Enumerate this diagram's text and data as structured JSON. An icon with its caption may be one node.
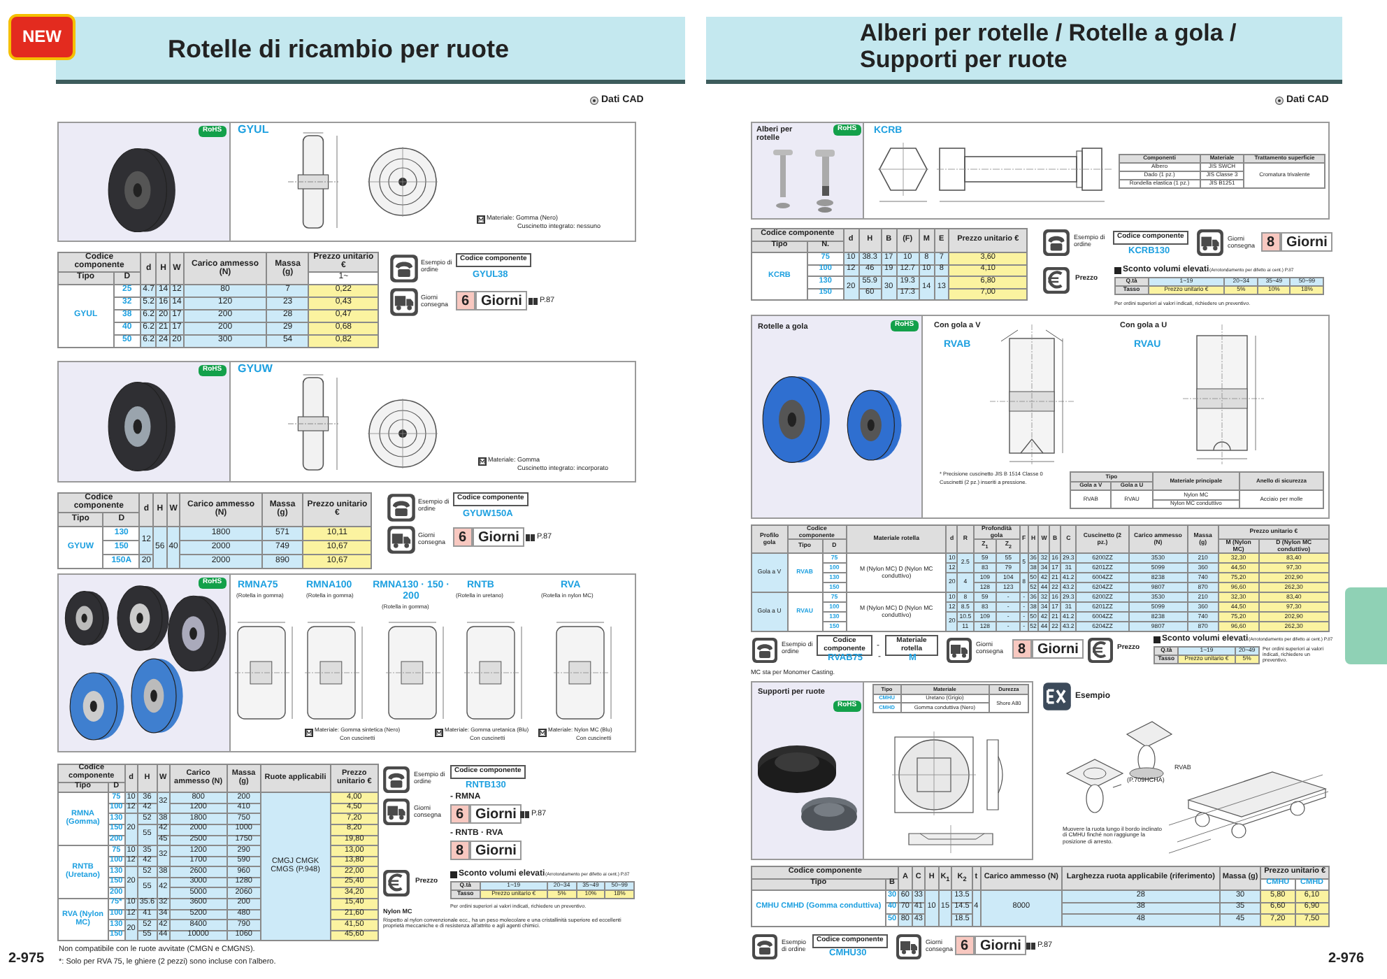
{
  "diagram": {
    "labels": [
      "NEW",
      "Rotelle di ricambio per ruote",
      "Dati CAD",
      "RoHS",
      "GYUL",
      "Materiale: Gomma (Nero)",
      "Cuscinetto integrato: nessuno",
      "Codice componente",
      "d",
      "H",
      "W",
      "Carico ammesso (N)",
      "Massa (g)",
      "Prezzo unitario €",
      "Tipo",
      "D",
      "1~",
      "GYUL",
      "25",
      "4.7",
      "14",
      "12",
      "80",
      "7",
      "0,22",
      "32",
      "5.2",
      "16",
      "14",
      "120",
      "23",
      "0,43",
      "38",
      "6.2",
      "20",
      "17",
      "200",
      "28",
      "0,47",
      "40",
      "6.2",
      "21",
      "17",
      "200",
      "29",
      "0,68",
      "50",
      "6.2",
      "24",
      "20",
      "300",
      "54",
      "0,82",
      "Esempio di ordine",
      "Codice componente",
      "GYUL38",
      "Giorni consegna",
      "6",
      "Giorni",
      "P.87",
      "RoHS",
      "GYUW",
      "Materiale: Gomma",
      "Cuscinetto integrato: incorporato",
      "Codice componente",
      "d",
      "H",
      "W",
      "Carico ammesso (N)",
      "Massa (g)",
      "Prezzo unitario €",
      "Tipo",
      "D",
      "GYUW",
      "130",
      "12",
      "56",
      "40",
      "1800",
      "571",
      "10,11",
      "150",
      "2000",
      "749",
      "10,67",
      "150A",
      "20",
      "2000",
      "890",
      "10,67",
      "Esempio di ordine",
      "Codice componente",
      "GYUW150A",
      "Giorni consegna",
      "6",
      "Giorni",
      "P.87",
      "RoHS",
      "RMNA75",
      "(Rotella in gomma)",
      "RMNA100",
      "(Rotella in gomma)",
      "RMNA130 · 150 · 200",
      "(Rotella in gomma)",
      "RNTB",
      "(Rotella in uretano)",
      "RVA",
      "(Rotella in nylon MC)",
      "Materiale: Gomma sintetica (Nero)",
      "Con cuscinetti",
      "Materiale: Gomma uretanica (Blu)",
      "Con cuscinetti",
      "Materiale: Nylon MC (Blu)",
      "Con cuscinetti",
      "Codice componente",
      "d",
      "H",
      "W",
      "Carico ammesso (N)",
      "Massa (g)",
      "Ruote applicabili",
      "Prezzo unitario €",
      "Tipo",
      "D",
      "RMNA (Gomma)",
      "75",
      "10",
      "36",
      "32",
      "800",
      "200",
      "CMGJ CMGK CMGS (P.948)",
      "4,00",
      "100",
      "12",
      "42",
      "1200",
      "410",
      "4,50",
      "130",
      "20",
      "52",
      "38",
      "1800",
      "750",
      "7,20",
      "150",
      "55",
      "42",
      "2000",
      "1000",
      "8,20",
      "200",
      "45",
      "2500",
      "1750",
      "19,80",
      "RNTB (Uretano)",
      "75",
      "10",
      "35",
      "32",
      "1200",
      "290",
      "13,00",
      "100",
      "12",
      "42",
      "1700",
      "590",
      "13,80",
      "130",
      "20",
      "52",
      "38",
      "2600",
      "960",
      "22,00",
      "150",
      "55",
      "42",
      "3000",
      "1280",
      "25,40",
      "200",
      "5000",
      "2060",
      "34,20",
      "RVA (Nylon MC)",
      "75*",
      "10",
      "35.6",
      "32",
      "3600",
      "200",
      "15,40",
      "100",
      "12",
      "41",
      "34",
      "5200",
      "480",
      "21,60",
      "130",
      "20",
      "52",
      "42",
      "8400",
      "790",
      "41,50",
      "150",
      "55",
      "44",
      "10000",
      "1060",
      "45,60",
      "Esempio di ordine",
      "Codice componente",
      "RNTB130",
      "Giorni consegna",
      "- RMNA",
      "6",
      "Giorni",
      "P.87",
      "- RNTB · RVA",
      "8",
      "Giorni",
      "Prezzo",
      "Sconto volumi elevati",
      "(Arrotondamento per difetto ai cent.) P.87",
      "Q.tà",
      "1~19",
      "20~34",
      "35~49",
      "50~99",
      "Tasso",
      "Prezzo unitario €",
      "5%",
      "10%",
      "18%",
      "Per ordini superiori ai valori indicati, richiedere un preventivo.",
      "Nylon MC",
      "Rispetto al nylon convenzionale ecc., ha un peso molecolare e una cristallinità superiore ed eccellenti proprietà meccaniche e di resistenza all'attrito e agli agenti chimici.",
      "Non compatibile con le ruote avvitate (CMGN e CMGNS).",
      "*: Solo per RVA 75, le ghiere (2 pezzi) sono incluse con l'albero.",
      "2-975",
      "Alberi per rotelle / Rotelle a gola / Supporti per ruote",
      "Dati CAD",
      "Alberi per rotelle",
      "RoHS",
      "KCRB",
      "Componenti",
      "Materiale",
      "Trattamento superficie",
      "Albero",
      "JIS SWCH",
      "Cromatura trivalente",
      "Dado (1 pz.)",
      "JIS Classe 3",
      "Rondella elastica (1 pz.)",
      "JIS B1251",
      "Codice componente",
      "d",
      "H",
      "B",
      "(F)",
      "M",
      "E",
      "Prezzo unitario €",
      "Tipo",
      "N.",
      "KCRB",
      "75",
      "10",
      "38.3",
      "17",
      "10",
      "8",
      "7",
      "3,60",
      "100",
      "12",
      "46",
      "19",
      "12.7",
      "10",
      "8",
      "4,10",
      "130",
      "20",
      "55.9",
      "30",
      "19.3",
      "14",
      "13",
      "6,80",
      "150",
      "60",
      "17.3",
      "7,00",
      "Esempio di ordine",
      "Codice componente",
      "KCRB130",
      "Giorni consegna",
      "8",
      "Giorni",
      "Prezzo",
      "Sconto volumi elevati",
      "(Arrotondamento per difetto ai cent.) P.87",
      "Q.tà",
      "1~19",
      "20~34",
      "35~49",
      "50~99",
      "Tasso",
      "Prezzo unitario €",
      "5%",
      "10%",
      "18%",
      "Per ordini superiori ai valori indicati, richiedere un preventivo.",
      "Rotelle a gola",
      "RoHS",
      "Con gola a V",
      "RVAB",
      "Con gola a U",
      "RVAU",
      "* Precisione cuscinetto JIS B 1514 Classe 0",
      "Cuscinetti (2 pz.) inseriti a pressione.",
      "Tipo",
      "Materiale principale",
      "Anello di sicurezza",
      "Gola a V",
      "Gola a U",
      "RVAB",
      "RVAU",
      "Nylon MC",
      "Acciaio per molle",
      "Nylon MC conduttivo",
      "Profilo gola",
      "Codice componente",
      "Materiale rotella",
      "d",
      "R",
      "Profondità gola",
      "F",
      "H",
      "W",
      "B",
      "C",
      "Cuscinetto (2 pz.)",
      "Carico ammesso (N)",
      "Massa (g)",
      "Prezzo unitario €",
      "Tipo",
      "D",
      "Z$_{1}$",
      "Z$_{2}$",
      "M (Nylon MC)",
      "D (Nylon MC conduttivo)",
      "Gola a V",
      "RVAB",
      "75",
      "M (Nylon MC) D (Nylon MC conduttivo)",
      "10",
      "2.5",
      "59",
      "55",
      "5",
      "36",
      "32",
      "16",
      "29.3",
      "6200ZZ",
      "3530",
      "210",
      "32,30",
      "83,40",
      "100",
      "12",
      "83",
      "79",
      "38",
      "34",
      "17",
      "31",
      "6201ZZ",
      "5099",
      "360",
      "44,50",
      "97,30",
      "130",
      "20",
      "4",
      "109",
      "104",
      "8",
      "50",
      "42",
      "21",
      "41.2",
      "6004ZZ",
      "8238",
      "740",
      "75,20",
      "202,90",
      "150",
      "128",
      "123",
      "52",
      "44",
      "22",
      "43.2",
      "6204ZZ",
      "9807",
      "870",
      "96,60",
      "262,30",
      "Gola a U",
      "RVAU",
      "75",
      "M (Nylon MC) D (Nylon MC conduttivo)",
      "10",
      "8",
      "59",
      "-",
      "-",
      "36",
      "32",
      "16",
      "29.3",
      "6200ZZ",
      "3530",
      "210",
      "32,30",
      "83,40",
      "100",
      "12",
      "8.5",
      "83",
      "-",
      "-",
      "38",
      "34",
      "17",
      "31",
      "6201ZZ",
      "5099",
      "360",
      "44,50",
      "97,30",
      "130",
      "20",
      "10.5",
      "109",
      "-",
      "-",
      "50",
      "42",
      "21",
      "41.2",
      "6004ZZ",
      "8238",
      "740",
      "75,20",
      "202,90",
      "150",
      "11",
      "128",
      "-",
      "-",
      "52",
      "44",
      "22",
      "43.2",
      "6204ZZ",
      "9807",
      "870",
      "96,60",
      "262,30",
      "Esempio di ordine",
      "Codice componente",
      "-",
      "Materiale rotella",
      "RVAB75",
      "-",
      "M",
      "Giorni consegna",
      "8",
      "Giorni",
      "Prezzo",
      "Sconto volumi elevati",
      "(Arrotondamento per difetto ai cent.) P.87",
      "Q.tà",
      "1~19",
      "20~49",
      "Tasso",
      "Prezzo unitario €",
      "5%",
      "Per ordini superiori ai valori indicati, richiedere un preventivo.",
      "MC sta per Monomer Casting.",
      "Supporti per ruote",
      "RoHS",
      "Tipo",
      "Materiale",
      "Durezza",
      "CMHU",
      "Uretano (Grigio)",
      "Shore A80",
      "CMHD",
      "Gomma conduttiva (Nero)",
      "Esempio",
      "(P.709HCHA)",
      "RVAB",
      "Muovere la ruota lungo il bordo inclinato di CMHU finché non raggiunge la posizione di arresto.",
      "Codice componente",
      "A",
      "C",
      "H",
      "K$_{1}$",
      "K$_{2}$",
      "t",
      "Carico ammesso (N)",
      "Larghezza ruota applicabile (riferimento)",
      "Massa (g)",
      "Prezzo unitario €",
      "Tipo",
      "B",
      "CMHU",
      "CMHD",
      "CMHU CMHD (Gomma conduttiva)",
      "30",
      "60",
      "33",
      "10",
      "15",
      "13.5",
      "4",
      "8000",
      "28",
      "30",
      "5,80",
      "6,10",
      "40",
      "70",
      "41",
      "14.5",
      "38",
      "35",
      "6,60",
      "6,90",
      "50",
      "80",
      "43",
      "18.5",
      "48",
      "45",
      "7,20",
      "7,50",
      "Esempio di ordine",
      "Codice componente",
      "CMHU30",
      "Giorni consegna",
      "6",
      "Giorni",
      "P.87",
      "2-976"
    ]
  }
}
